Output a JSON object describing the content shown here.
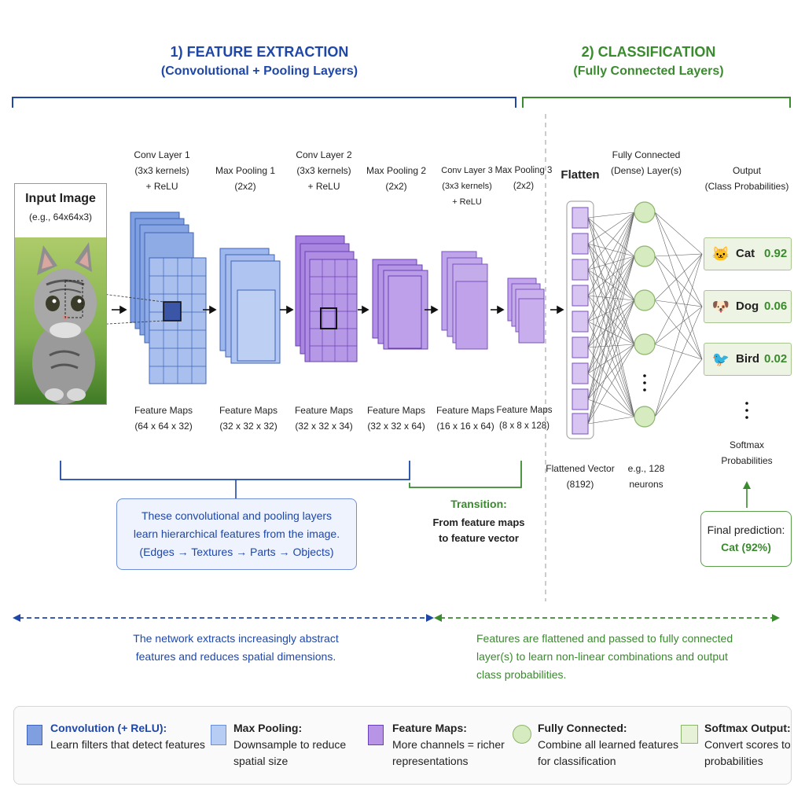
{
  "colors": {
    "conv": "#7f9fe0",
    "pool": "#b8cdf3",
    "feature": "#b794e6",
    "fc_node": "#d7ebc0",
    "softmax": "#eef4e4",
    "extraction_accent": "#1f47a8",
    "classification_accent": "#3a8a2e"
  },
  "sections": {
    "extraction": {
      "title": "1) FEATURE EXTRACTION",
      "subtitle": "(Convolutional + Pooling Layers)"
    },
    "classification": {
      "title": "2) CLASSIFICATION",
      "subtitle": "(Fully Connected Layers)"
    }
  },
  "input": {
    "title": "Input Image",
    "subtitle": "(e.g., 64x64x3)"
  },
  "layers": [
    {
      "l1": "Conv Layer 1",
      "l2": "(3x3 kernels)",
      "l3": "+ ReLU"
    },
    {
      "l1": "Max Pooling 1",
      "l2": "(2x2)"
    },
    {
      "l1": "Conv Layer 2",
      "l2": "(3x3 kernels)",
      "l3": "+ ReLU"
    },
    {
      "l1": "Max Pooling 2",
      "l2": "(2x2)"
    },
    {
      "l1": "Conv Layer 3",
      "l2": "(3x3 kernels)",
      "l3": "+ ReLU"
    },
    {
      "l1": "Max Pooling 3",
      "l2": "(2x2)"
    }
  ],
  "feature_maps": [
    {
      "l1": "Feature Maps",
      "l2": "(64 x 64 x 32)"
    },
    {
      "l1": "Feature Maps",
      "l2": "(32 x 32 x 32)"
    },
    {
      "l1": "Feature Maps",
      "l2": "(32 x 32 x 34)"
    },
    {
      "l1": "Feature Maps",
      "l2": "(32 x 32 x 64)"
    },
    {
      "l1": "Feature Maps",
      "l2": "(16 x 16 x 64)"
    },
    {
      "l1": "Feature Maps",
      "l2": "(8 x 8 x 128)"
    }
  ],
  "flatten": {
    "title": "Flatten",
    "caption1": "Flattened Vector",
    "caption2": "(8192)"
  },
  "fc": {
    "title1": "Fully Connected",
    "title2": "(Dense) Layer(s)",
    "caption1": "e.g., 128",
    "caption2": "neurons"
  },
  "output": {
    "title1": "Output",
    "title2": "(Class Probabilities)",
    "softmax1": "Softmax",
    "softmax2": "Probabilities"
  },
  "classes": [
    {
      "name": "Cat",
      "prob": "0.92",
      "icon": "cat-face-icon",
      "glyph": "🐱"
    },
    {
      "name": "Dog",
      "prob": "0.06",
      "icon": "dog-face-icon",
      "glyph": "🐶"
    },
    {
      "name": "Bird",
      "prob": "0.02",
      "icon": "bird-icon",
      "glyph": "🐦"
    }
  ],
  "final": {
    "line1": "Final prediction:",
    "line2": "Cat (92%)"
  },
  "explain": {
    "line1": "These convolutional and pooling layers",
    "line2": "learn hierarchical features from the image.",
    "line3": "(Edges → Textures → Parts → Objects)"
  },
  "transition": {
    "title": "Transition:",
    "line1": "From feature maps",
    "line2": "to feature vector"
  },
  "bottom": {
    "left1": "The network extracts increasingly abstract",
    "left2": "features and reduces spatial dimensions.",
    "right1": "Features are flattened and passed to fully connected",
    "right2": "layer(s) to learn non-linear combinations and output",
    "right3": "class probabilities."
  },
  "legend": [
    {
      "title": "Convolution (+ ReLU):",
      "d1": "Learn filters that detect features",
      "d2": ""
    },
    {
      "title": "Max Pooling:",
      "d1": "Downsample to reduce",
      "d2": "spatial size"
    },
    {
      "title": "Feature Maps:",
      "d1": "More channels = richer",
      "d2": "representations"
    },
    {
      "title": "Fully Connected:",
      "d1": "Combine all learned features",
      "d2": "for classification"
    },
    {
      "title": "Softmax Output:",
      "d1": "Convert scores to",
      "d2": "probabilities"
    }
  ]
}
